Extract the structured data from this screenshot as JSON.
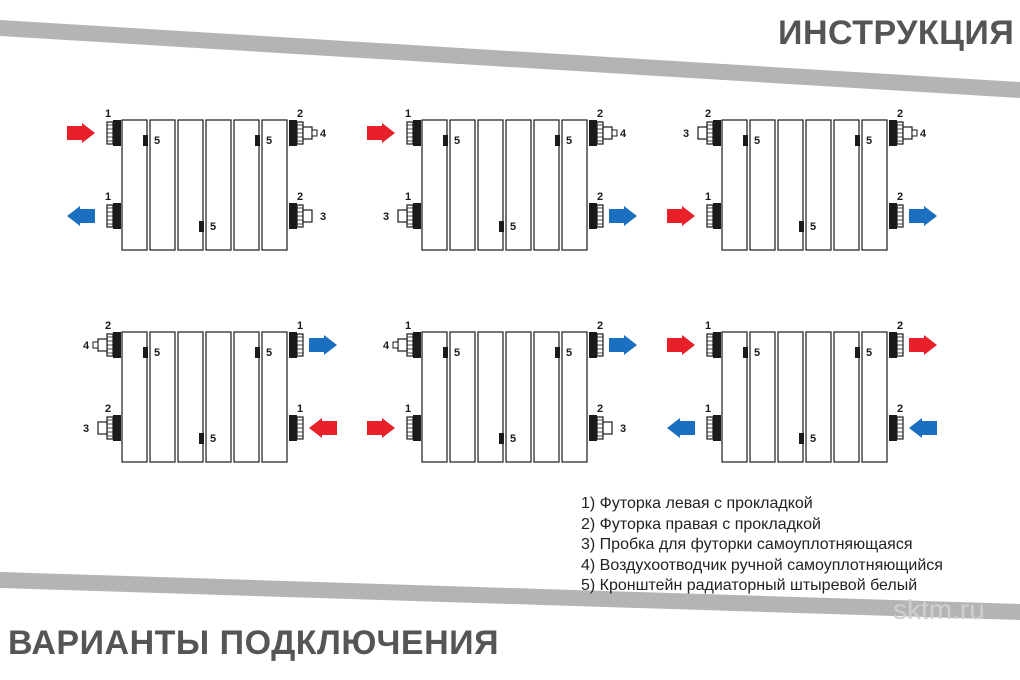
{
  "header": {
    "title": "ИНСТРУКЦИЯ"
  },
  "footer": {
    "title": "ВАРИАНТЫ ПОДКЛЮЧЕНИЯ",
    "watermark": "sktm.ru"
  },
  "colors": {
    "supply": "#e8202a",
    "return": "#1a6fc0",
    "stripe": "#b4b4b4",
    "ink": "#1a1a1a",
    "title": "#555555"
  },
  "legend": [
    "1) Футорка левая с прокладкой",
    "2) Футорка правая с прокладкой",
    "3) Пробка для футорки самоуплотняющаяся",
    "4) Воздухоотводчик ручной самоуплотняющийся",
    "5) Кронштейн радиаторный штыревой белый"
  ],
  "diagrams": [
    {
      "id": "d1",
      "leftTop": {
        "num": "1",
        "arrow": "in",
        "color": "supply"
      },
      "leftBot": {
        "num": "1",
        "arrow": "out",
        "color": "return"
      },
      "rightTop": {
        "num": "2",
        "plug": "4"
      },
      "rightBot": {
        "num": "2",
        "plug": "3"
      }
    },
    {
      "id": "d2",
      "leftTop": {
        "num": "1",
        "arrow": "in",
        "color": "supply"
      },
      "leftBot": {
        "num": "1",
        "plug": "3"
      },
      "rightTop": {
        "num": "2",
        "plug": "4"
      },
      "rightBot": {
        "num": "2",
        "arrow": "out",
        "color": "return"
      }
    },
    {
      "id": "d3",
      "leftTop": {
        "num": "2",
        "plug": "3"
      },
      "leftBot": {
        "num": "1",
        "arrow": "in",
        "color": "supply"
      },
      "rightTop": {
        "num": "2",
        "plug": "4"
      },
      "rightBot": {
        "num": "2",
        "arrow": "out",
        "color": "return"
      }
    },
    {
      "id": "d4",
      "leftTop": {
        "num": "2",
        "plug": "4"
      },
      "leftBot": {
        "num": "2",
        "plug": "3"
      },
      "rightTop": {
        "num": "1",
        "arrow": "out",
        "color": "return"
      },
      "rightBot": {
        "num": "1",
        "arrow": "in",
        "color": "supply"
      }
    },
    {
      "id": "d5",
      "leftTop": {
        "num": "1",
        "plug": "4"
      },
      "leftBot": {
        "num": "1",
        "arrow": "in",
        "color": "supply"
      },
      "rightTop": {
        "num": "2",
        "arrow": "out",
        "color": "return"
      },
      "rightBot": {
        "num": "2",
        "plug": "3"
      }
    },
    {
      "id": "d6",
      "leftTop": {
        "num": "1",
        "arrow": "in",
        "color": "supply"
      },
      "leftBot": {
        "num": "1",
        "arrow": "out",
        "color": "return"
      },
      "rightTop": {
        "num": "2",
        "arrow": "out",
        "color": "supply"
      },
      "rightBot": {
        "num": "2",
        "arrow": "in",
        "color": "return"
      }
    }
  ],
  "bracket_label": "5"
}
